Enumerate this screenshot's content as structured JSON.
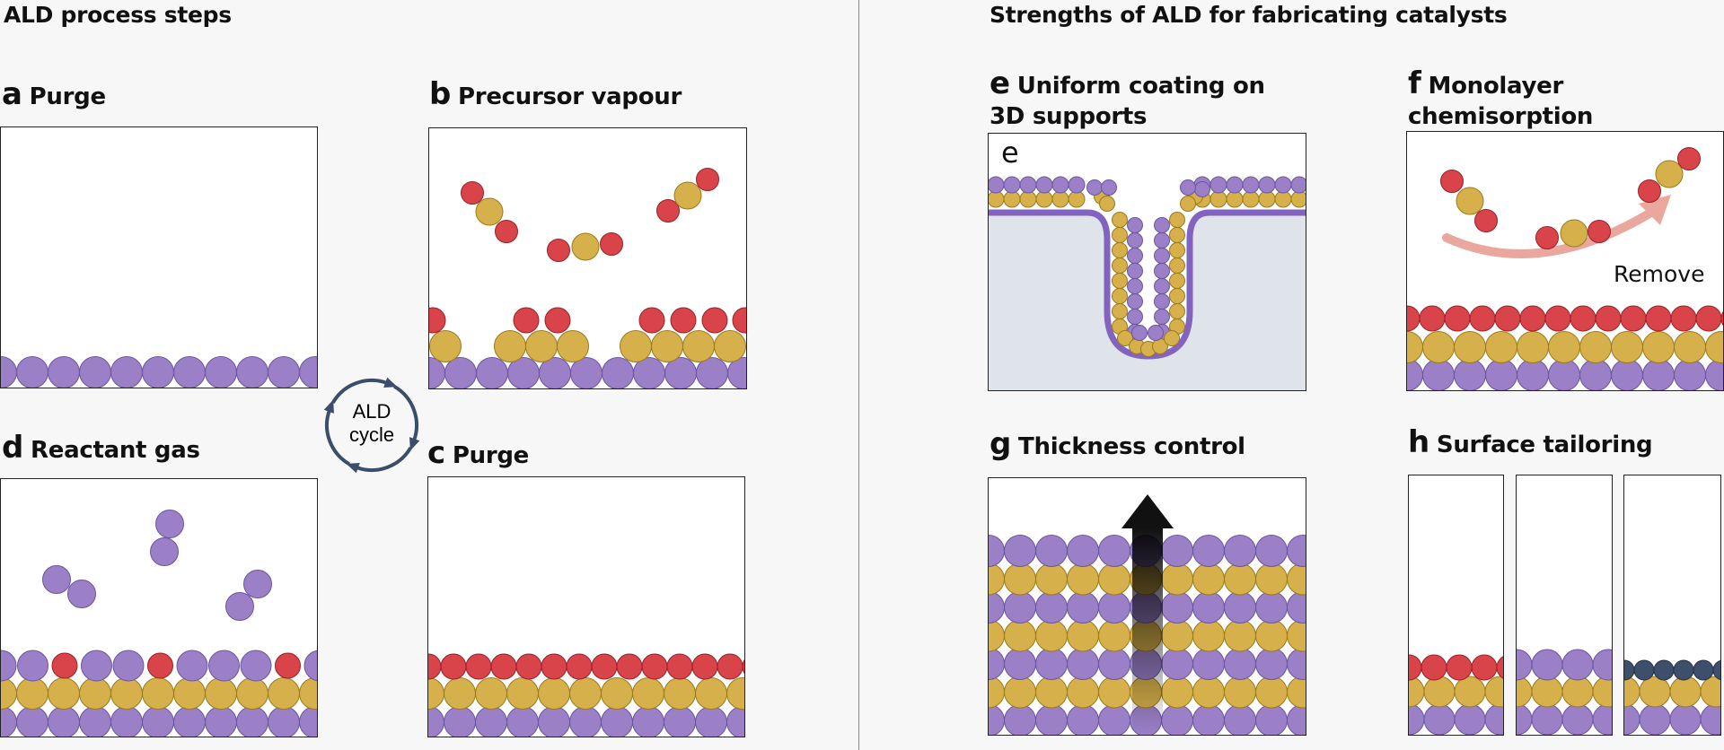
{
  "left_heading": "ALD process steps",
  "right_heading": "Strengths of ALD for fabricating catalysts",
  "cycle_label_1": "ALD",
  "cycle_label_2": "cycle",
  "panels": {
    "a": {
      "letter": "a",
      "title": "Purge"
    },
    "b": {
      "letter": "b",
      "title": "Precursor vapour"
    },
    "c": {
      "letter": "c",
      "title": "Purge"
    },
    "d": {
      "letter": "d",
      "title": "Reactant gas"
    },
    "e": {
      "letter": "e",
      "title_line1": "Uniform coating on",
      "title_line2": "3D supports",
      "inner_letter": "e"
    },
    "f": {
      "letter": "f",
      "title_line1": "Monolayer",
      "title_line2": "chemisorption",
      "remove_label": "Remove"
    },
    "g": {
      "letter": "g",
      "title": "Thickness control"
    },
    "h": {
      "letter": "h",
      "title": "Surface tailoring"
    }
  },
  "colors": {
    "purple": "#9b80c8",
    "purple_stroke": "#6b55a0",
    "gold": "#d6b04a",
    "gold_stroke": "#9c7a1d",
    "red": "#d9444b",
    "red_stroke": "#9a2226",
    "navy": "#3d4f6b",
    "navy_stroke": "#263346",
    "support": "#dfe3ea",
    "cycle": "#3a4d6a",
    "arrow_pink": "#e9a79d"
  }
}
